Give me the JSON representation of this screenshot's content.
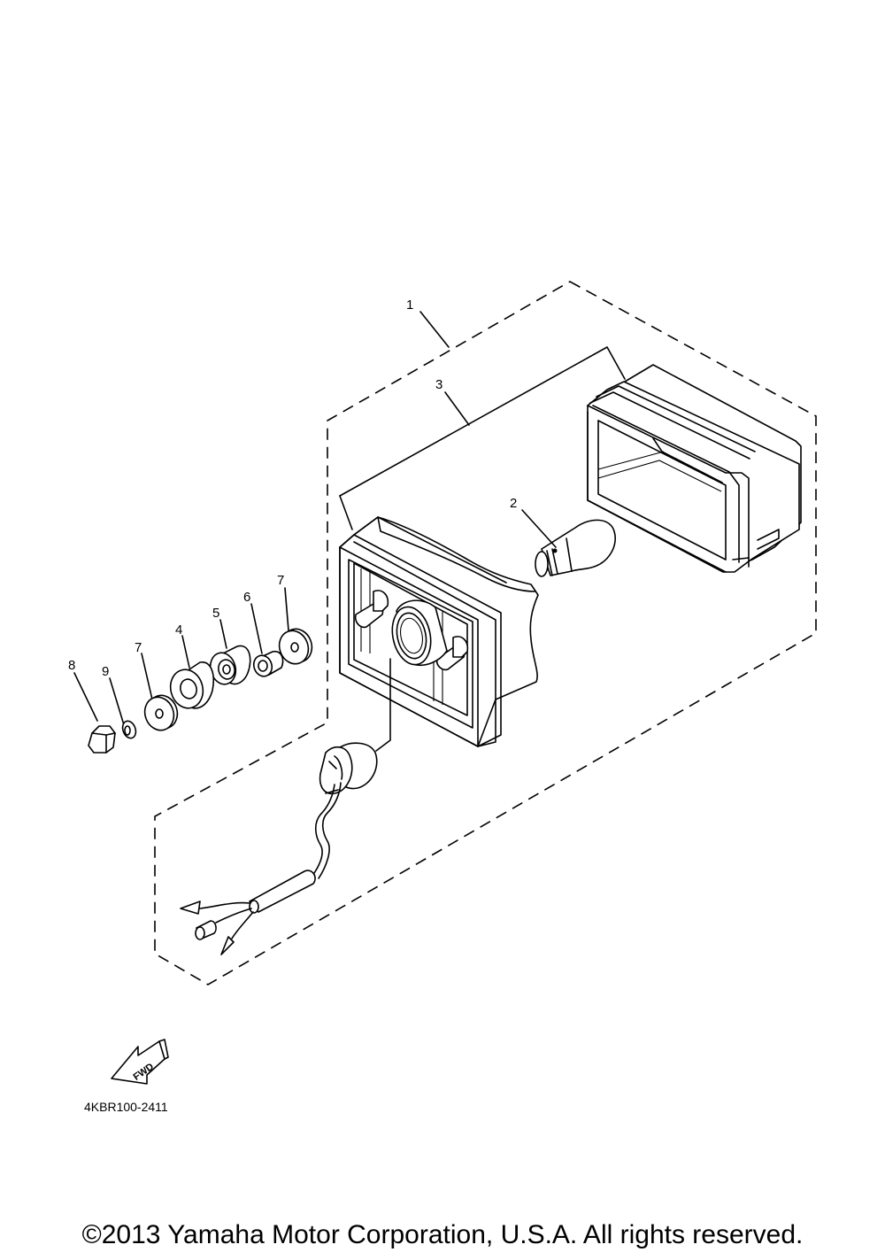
{
  "callouts": {
    "c1": "1",
    "c2": "2",
    "c3": "3",
    "c4": "4",
    "c5": "5",
    "c6": "6",
    "c7a": "7",
    "c7b": "7",
    "c8": "8",
    "c9": "9"
  },
  "fwd_label": "FWD",
  "diagram_code": "4KBR100-2411",
  "copyright": "©2013 Yamaha Motor Corporation, U.S.A. All rights reserved."
}
